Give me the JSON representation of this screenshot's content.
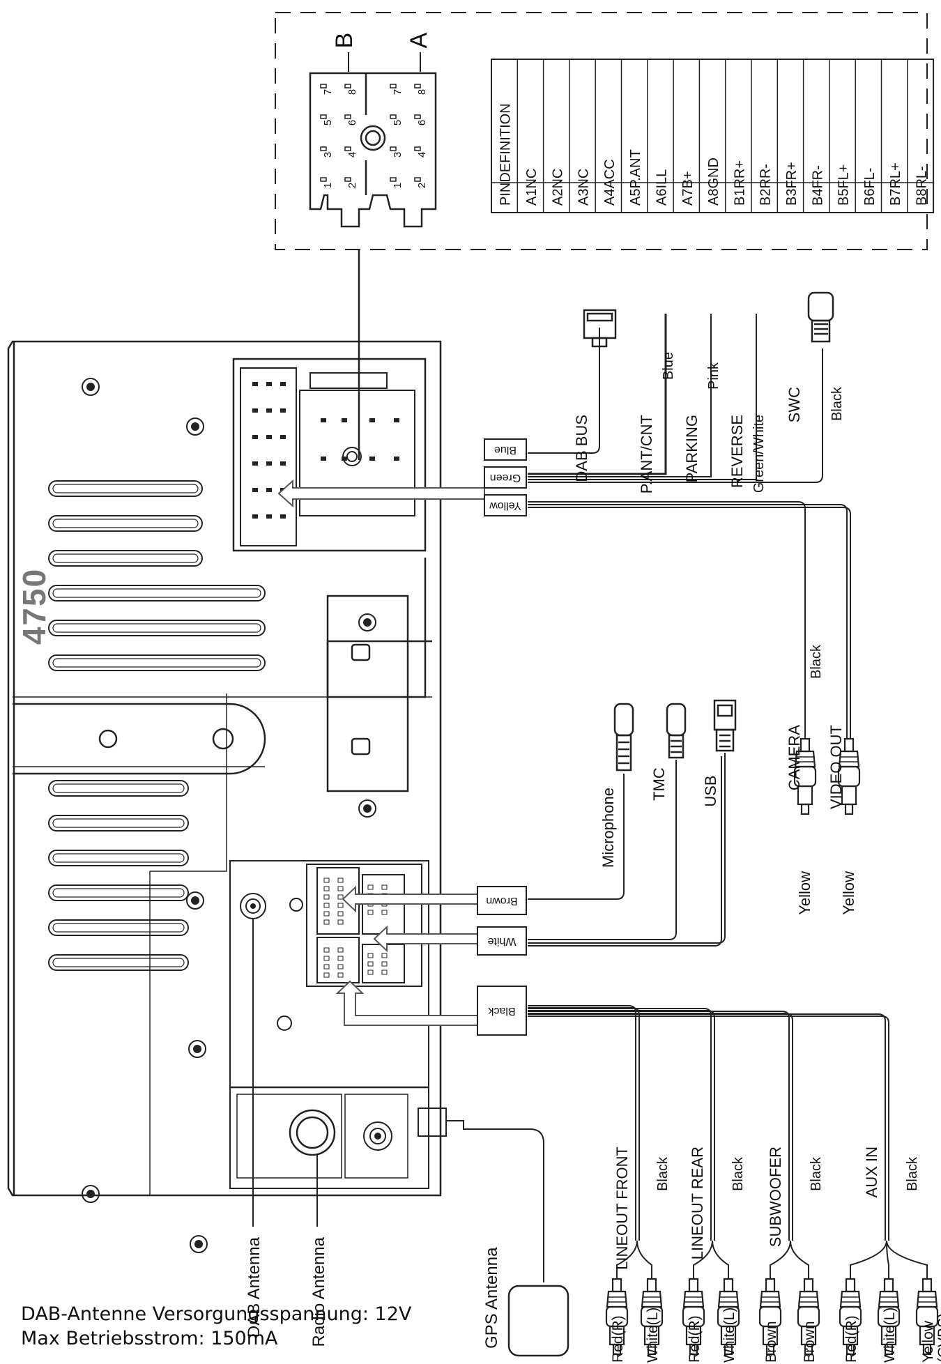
{
  "connector": {
    "label_b": "B",
    "label_a": "A",
    "pins_b": [
      "7",
      "5",
      "3",
      "1",
      "8",
      "6",
      "4",
      "2"
    ],
    "pins_a": [
      "7",
      "5",
      "3",
      "1",
      "8",
      "6",
      "4",
      "2"
    ]
  },
  "pin_table": {
    "header": "PINDEFINITION",
    "rows": [
      "A1NC",
      "A2NC",
      "A3NC",
      "A4ACC",
      "A5P.ANT",
      "A6ILL",
      "A7B+",
      "A8GND",
      "B1RR+",
      "B2RR-",
      "B3FR+",
      "B4FR-",
      "B5FL+",
      "B6FL-",
      "B7RL+",
      "B8RL-"
    ]
  },
  "unit": {
    "model": "4750"
  },
  "plugs": {
    "blue": "Blue",
    "green": "Green",
    "yellow": "Yellow",
    "brown": "Brown",
    "white": "White",
    "black": "Black"
  },
  "top_wires": [
    {
      "label": "DAB BUS"
    },
    {
      "label": "P.ANT/CNT",
      "color": "Blue"
    },
    {
      "label": "PARKING",
      "color": "Pink"
    },
    {
      "label": "REVERSE",
      "color": "Green/White"
    },
    {
      "label": "SWC",
      "color": "Black"
    }
  ],
  "video": {
    "camera": "CAMERA",
    "camera_color": "Black",
    "video_out": "VIDEO OUT",
    "camera_plug": "Yellow",
    "video_out_plug": "Yellow"
  },
  "mid_wires": {
    "microphone": "Microphone",
    "tmc": "TMC",
    "usb": "USB"
  },
  "audio_groups": [
    {
      "label": "LINEOUT FRONT",
      "color": "Black",
      "plugs": [
        "Red(R)",
        "White(L)"
      ]
    },
    {
      "label": "LINEOUT REAR",
      "color": "Black",
      "plugs": [
        "Red(R)",
        "White(L)"
      ]
    },
    {
      "label": "SUBWOOFER",
      "color": "Black",
      "plugs": [
        "Brown",
        "Brown"
      ]
    },
    {
      "label": "AUX IN",
      "color": "Black",
      "plugs": [
        "Red(R)",
        "White(L)",
        "Yellow\n(CVBS)"
      ]
    }
  ],
  "antennas": {
    "dab": "DAB Antenna",
    "radio": "Radio Antenna",
    "gps": "GPS Antenna"
  },
  "footer": {
    "line1": "DAB-Antenne Versorgungsspannung: 12V",
    "line2": "Max Betriebsstrom: 150mA"
  }
}
